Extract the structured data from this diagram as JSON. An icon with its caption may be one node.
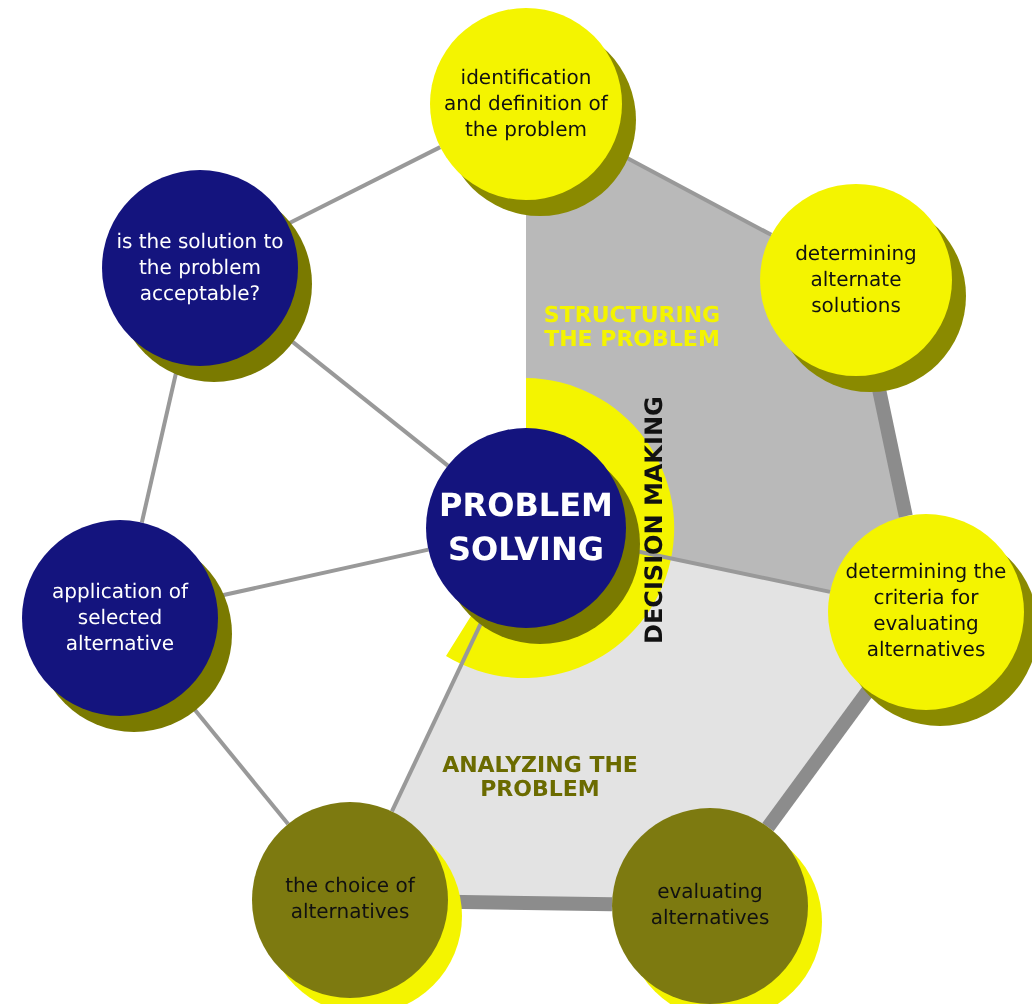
{
  "diagram": {
    "nodes": [
      {
        "text": [
          "identification and definition of the problem"
        ]
      },
      {
        "text": [
          "is the solution to the problem acceptable?"
        ]
      },
      {
        "text": [
          "determining alternate solutions"
        ]
      },
      {
        "text": [
          "PROBLEM SOLVING"
        ]
      },
      {
        "text": [
          "application of selected alternative"
        ]
      },
      {
        "text": [
          "determining the criteria for evaluating alternatives"
        ]
      },
      {
        "text": [
          "the choice of alternatives"
        ]
      },
      {
        "text": [
          "evaluating alternatives"
        ]
      }
    ],
    "edges": [
      {
        "from": 0,
        "to": 1,
        "arrow": "none"
      },
      {
        "from": 0,
        "to": 2,
        "arrow": "none"
      },
      {
        "from": 1,
        "to": 3,
        "arrow": "none"
      },
      {
        "from": 1,
        "to": 4,
        "arrow": "none"
      },
      {
        "from": 2,
        "to": 5,
        "arrow": "none",
        "style": "thick"
      },
      {
        "from": 4,
        "to": 3,
        "arrow": "none"
      },
      {
        "from": 3,
        "to": 5,
        "arrow": "none"
      },
      {
        "from": 4,
        "to": 6,
        "arrow": "none"
      },
      {
        "from": 6,
        "to": 3,
        "arrow": "none"
      },
      {
        "from": 5,
        "to": 7,
        "arrow": "none",
        "style": "thick"
      },
      {
        "from": 7,
        "to": 6,
        "arrow": "none",
        "style": "thick"
      }
    ],
    "labels": [
      "STRUCTURING THE PROBLEM",
      "DECISION MAKING",
      "ANALYZING THE PROBLEM"
    ]
  }
}
